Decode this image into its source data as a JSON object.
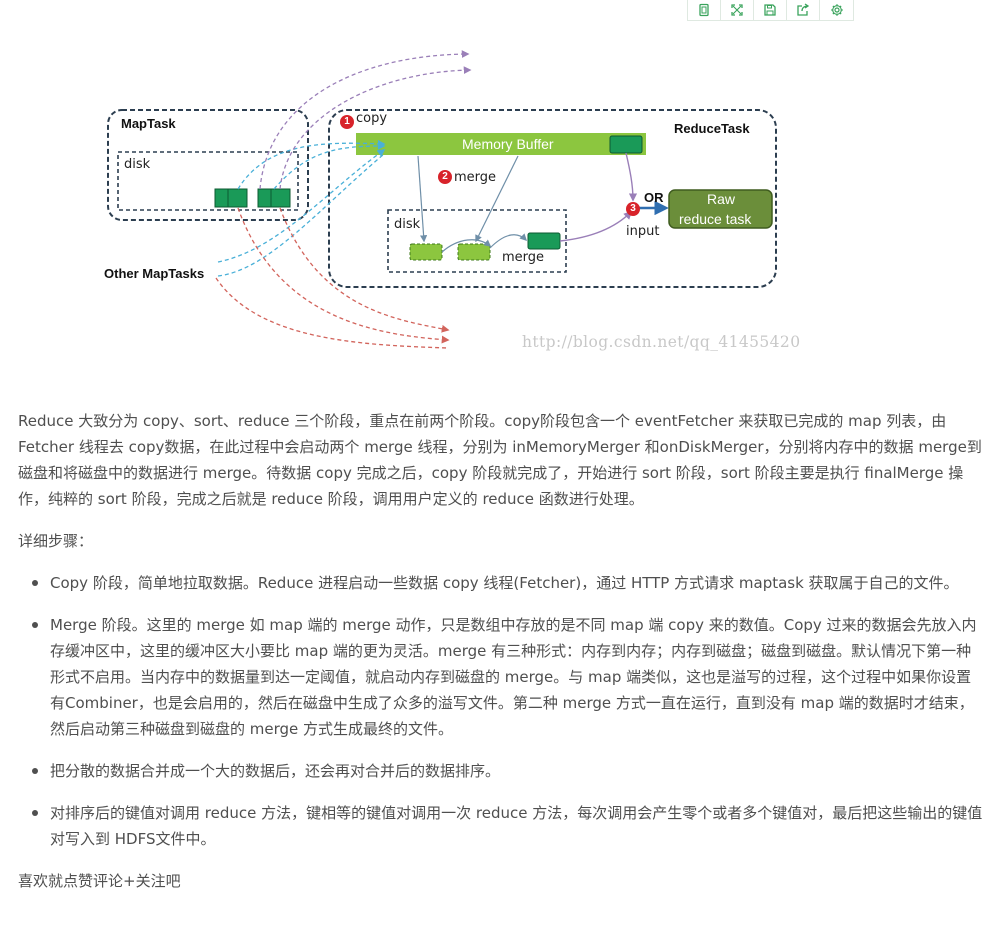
{
  "toolbar": {
    "buttons": [
      {
        "name": "copy-icon",
        "title": "copy"
      },
      {
        "name": "expand-icon",
        "title": "fullscreen"
      },
      {
        "name": "save-icon",
        "title": "save"
      },
      {
        "name": "share-icon",
        "title": "share"
      },
      {
        "name": "settings-icon",
        "title": "settings"
      }
    ]
  },
  "figure": {
    "maptask_label": "MapTask",
    "maptask_disk_label": "disk",
    "other_maptasks_label": "Other MapTasks",
    "reducetask_label": "ReduceTask",
    "step1_number": "1",
    "step1_label": "copy",
    "memory_buffer_label": "Memory Buffer",
    "step2_number": "2",
    "step2_label": "merge",
    "reduce_disk_label": "disk",
    "disk_merge_label": "merge",
    "step3_number": "3",
    "or_label": "OR",
    "input_label": "input",
    "raw_reduce_line1": "Raw",
    "raw_reduce_line2": "reduce task",
    "watermark": "http://blog.csdn.net/qq_41455420",
    "colors": {
      "green": "#8cc63f",
      "dark_green": "#1a9a58",
      "raw_box": "#6b8e3a",
      "step_red": "#d8232a",
      "box_border": "#2c3e50"
    }
  },
  "article": {
    "intro": "Reduce 大致分为 copy、sort、reduce 三个阶段，重点在前两个阶段。copy阶段包含一个 eventFetcher 来获取已完成的 map 列表，由 Fetcher 线程去 copy数据，在此过程中会启动两个 merge 线程，分别为 inMemoryMerger 和onDiskMerger，分别将内存中的数据 merge到磁盘和将磁盘中的数据进行 merge。待数据 copy 完成之后，copy 阶段就完成了，开始进行 sort 阶段，sort 阶段主要是执行 finalMerge 操作，纯粹的 sort 阶段，完成之后就是 reduce 阶段，调用用户定义的 reduce 函数进行处理。",
    "detail_heading": "详细步骤：",
    "bullets": [
      "Copy 阶段，简单地拉取数据。Reduce 进程启动一些数据 copy 线程(Fetcher)，通过 HTTP 方式请求 maptask 获取属于自己的文件。",
      "Merge 阶段。这里的 merge 如 map 端的 merge 动作，只是数组中存放的是不同 map 端 copy 来的数值。Copy 过来的数据会先放入内存缓冲区中，这里的缓冲区大小要比 map 端的更为灵活。merge 有三种形式：内存到内存；内存到磁盘；磁盘到磁盘。默认情况下第一种形式不启用。当内存中的数据量到达一定阈值，就启动内存到磁盘的 merge。与 map 端类似，这也是溢写的过程，这个过程中如果你设置有Combiner，也是会启用的，然后在磁盘中生成了众多的溢写文件。第二种 merge 方式一直在运行，直到没有 map 端的数据时才结束，然后启动第三种磁盘到磁盘的 merge 方式生成最终的文件。",
      "把分散的数据合并成一个大的数据后，还会再对合并后的数据排序。",
      "对排序后的键值对调用 reduce 方法，键相等的键值对调用一次 reduce 方法，每次调用会产生零个或者多个键值对，最后把这些输出的键值对写入到 HDFS文件中。"
    ],
    "closing": "喜欢就点赞评论+关注吧"
  }
}
